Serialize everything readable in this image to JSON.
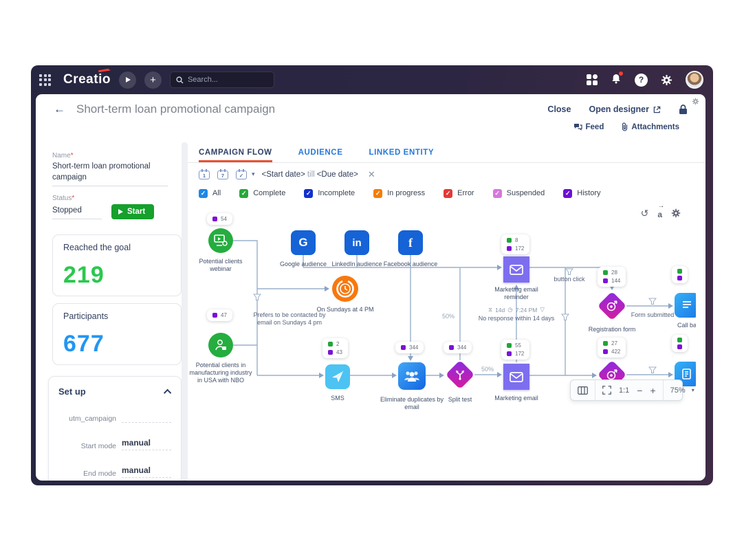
{
  "navbar": {
    "logo": "Creatio",
    "search_placeholder": "Search..."
  },
  "header": {
    "title": "Short-term loan promotional campaign",
    "close": "Close",
    "open_designer": "Open designer",
    "feed": "Feed",
    "attachments": "Attachments"
  },
  "sidebar": {
    "name_label": "Name",
    "required_mark": "*",
    "name_value": "Short-term loan promotional campaign",
    "status_label": "Status",
    "status_value": "Stopped",
    "start_button": "Start",
    "goal_card": {
      "label": "Reached the goal",
      "value": "219",
      "color": "#2bc84e"
    },
    "participants_card": {
      "label": "Participants",
      "value": "677",
      "color": "#2196f3"
    },
    "setup": {
      "title": "Set up",
      "utm_label": "utm_campaign",
      "utm_value": "",
      "start_mode_label": "Start mode",
      "start_mode_value": "manual",
      "end_mode_label": "End mode",
      "end_mode_value": "manual"
    }
  },
  "tabs": {
    "campaign_flow": "CAMPAIGN FLOW",
    "audience": "AUDIENCE",
    "linked_entity": "LINKED ENTITY"
  },
  "filter": {
    "cal1": "1",
    "cal2": "7",
    "cal3_check": "✓",
    "start_date": "<Start date>",
    "till": "till",
    "due_date": "<Due date>",
    "checkboxes": [
      {
        "label": "All",
        "color": "#1e88e5"
      },
      {
        "label": "Complete",
        "color": "#27a83a"
      },
      {
        "label": "Incomplete",
        "color": "#1330cf"
      },
      {
        "label": "In progress",
        "color": "#f57d00"
      },
      {
        "label": "Error",
        "color": "#e53935"
      },
      {
        "label": "Suspended",
        "color": "#d976dd"
      },
      {
        "label": "History",
        "color": "#6d0fd6"
      }
    ]
  },
  "canvas": {
    "webinar": {
      "label": "Potential clients webinar",
      "badge_purple": "54"
    },
    "google": {
      "label": "Google audience",
      "letter": "G"
    },
    "linkedin": {
      "label": "LinkedIn audience",
      "letter": "in"
    },
    "facebook": {
      "label": "Facebook audience",
      "letter": "f"
    },
    "timer": {
      "label": "On Sundays at 4 PM"
    },
    "prefers": {
      "label": "Prefers to be contacted by email on Sundays 4 pm"
    },
    "nbo": {
      "label": "Potential clients in manufacturing industry in USA with NBO",
      "badge_purple": "47"
    },
    "sms": {
      "label": "SMS",
      "badge_green": "2",
      "badge_purple": "43"
    },
    "eliminate": {
      "label": "Eliminate duplicates by email",
      "badge_purple": "344"
    },
    "split": {
      "label": "Split test",
      "badge_purple": "344"
    },
    "reminder": {
      "label": "Marketing email reminder",
      "badge_green": "8",
      "badge_purple": "172"
    },
    "noresponse": {
      "duration": "14d",
      "time": "7:24 PM",
      "label": "No response within 14 days"
    },
    "mktemail": {
      "label": "Marketing email",
      "badge_green": "55",
      "badge_purple": "172"
    },
    "buttonclick": {
      "label": "button click"
    },
    "regform": {
      "label": "Registration form",
      "badge_green": "28",
      "badge_purple": "144"
    },
    "formsubmitted": {
      "label": "Form submitted"
    },
    "callback": {
      "label": "Call ba"
    },
    "diamond2": {
      "badge_green": "27",
      "badge_purple": "422"
    },
    "pct_up": "50%",
    "pct_right": "50%",
    "toolbar": {
      "scale": "1:1",
      "minus": "−",
      "plus": "+",
      "zoom": "75%"
    }
  }
}
